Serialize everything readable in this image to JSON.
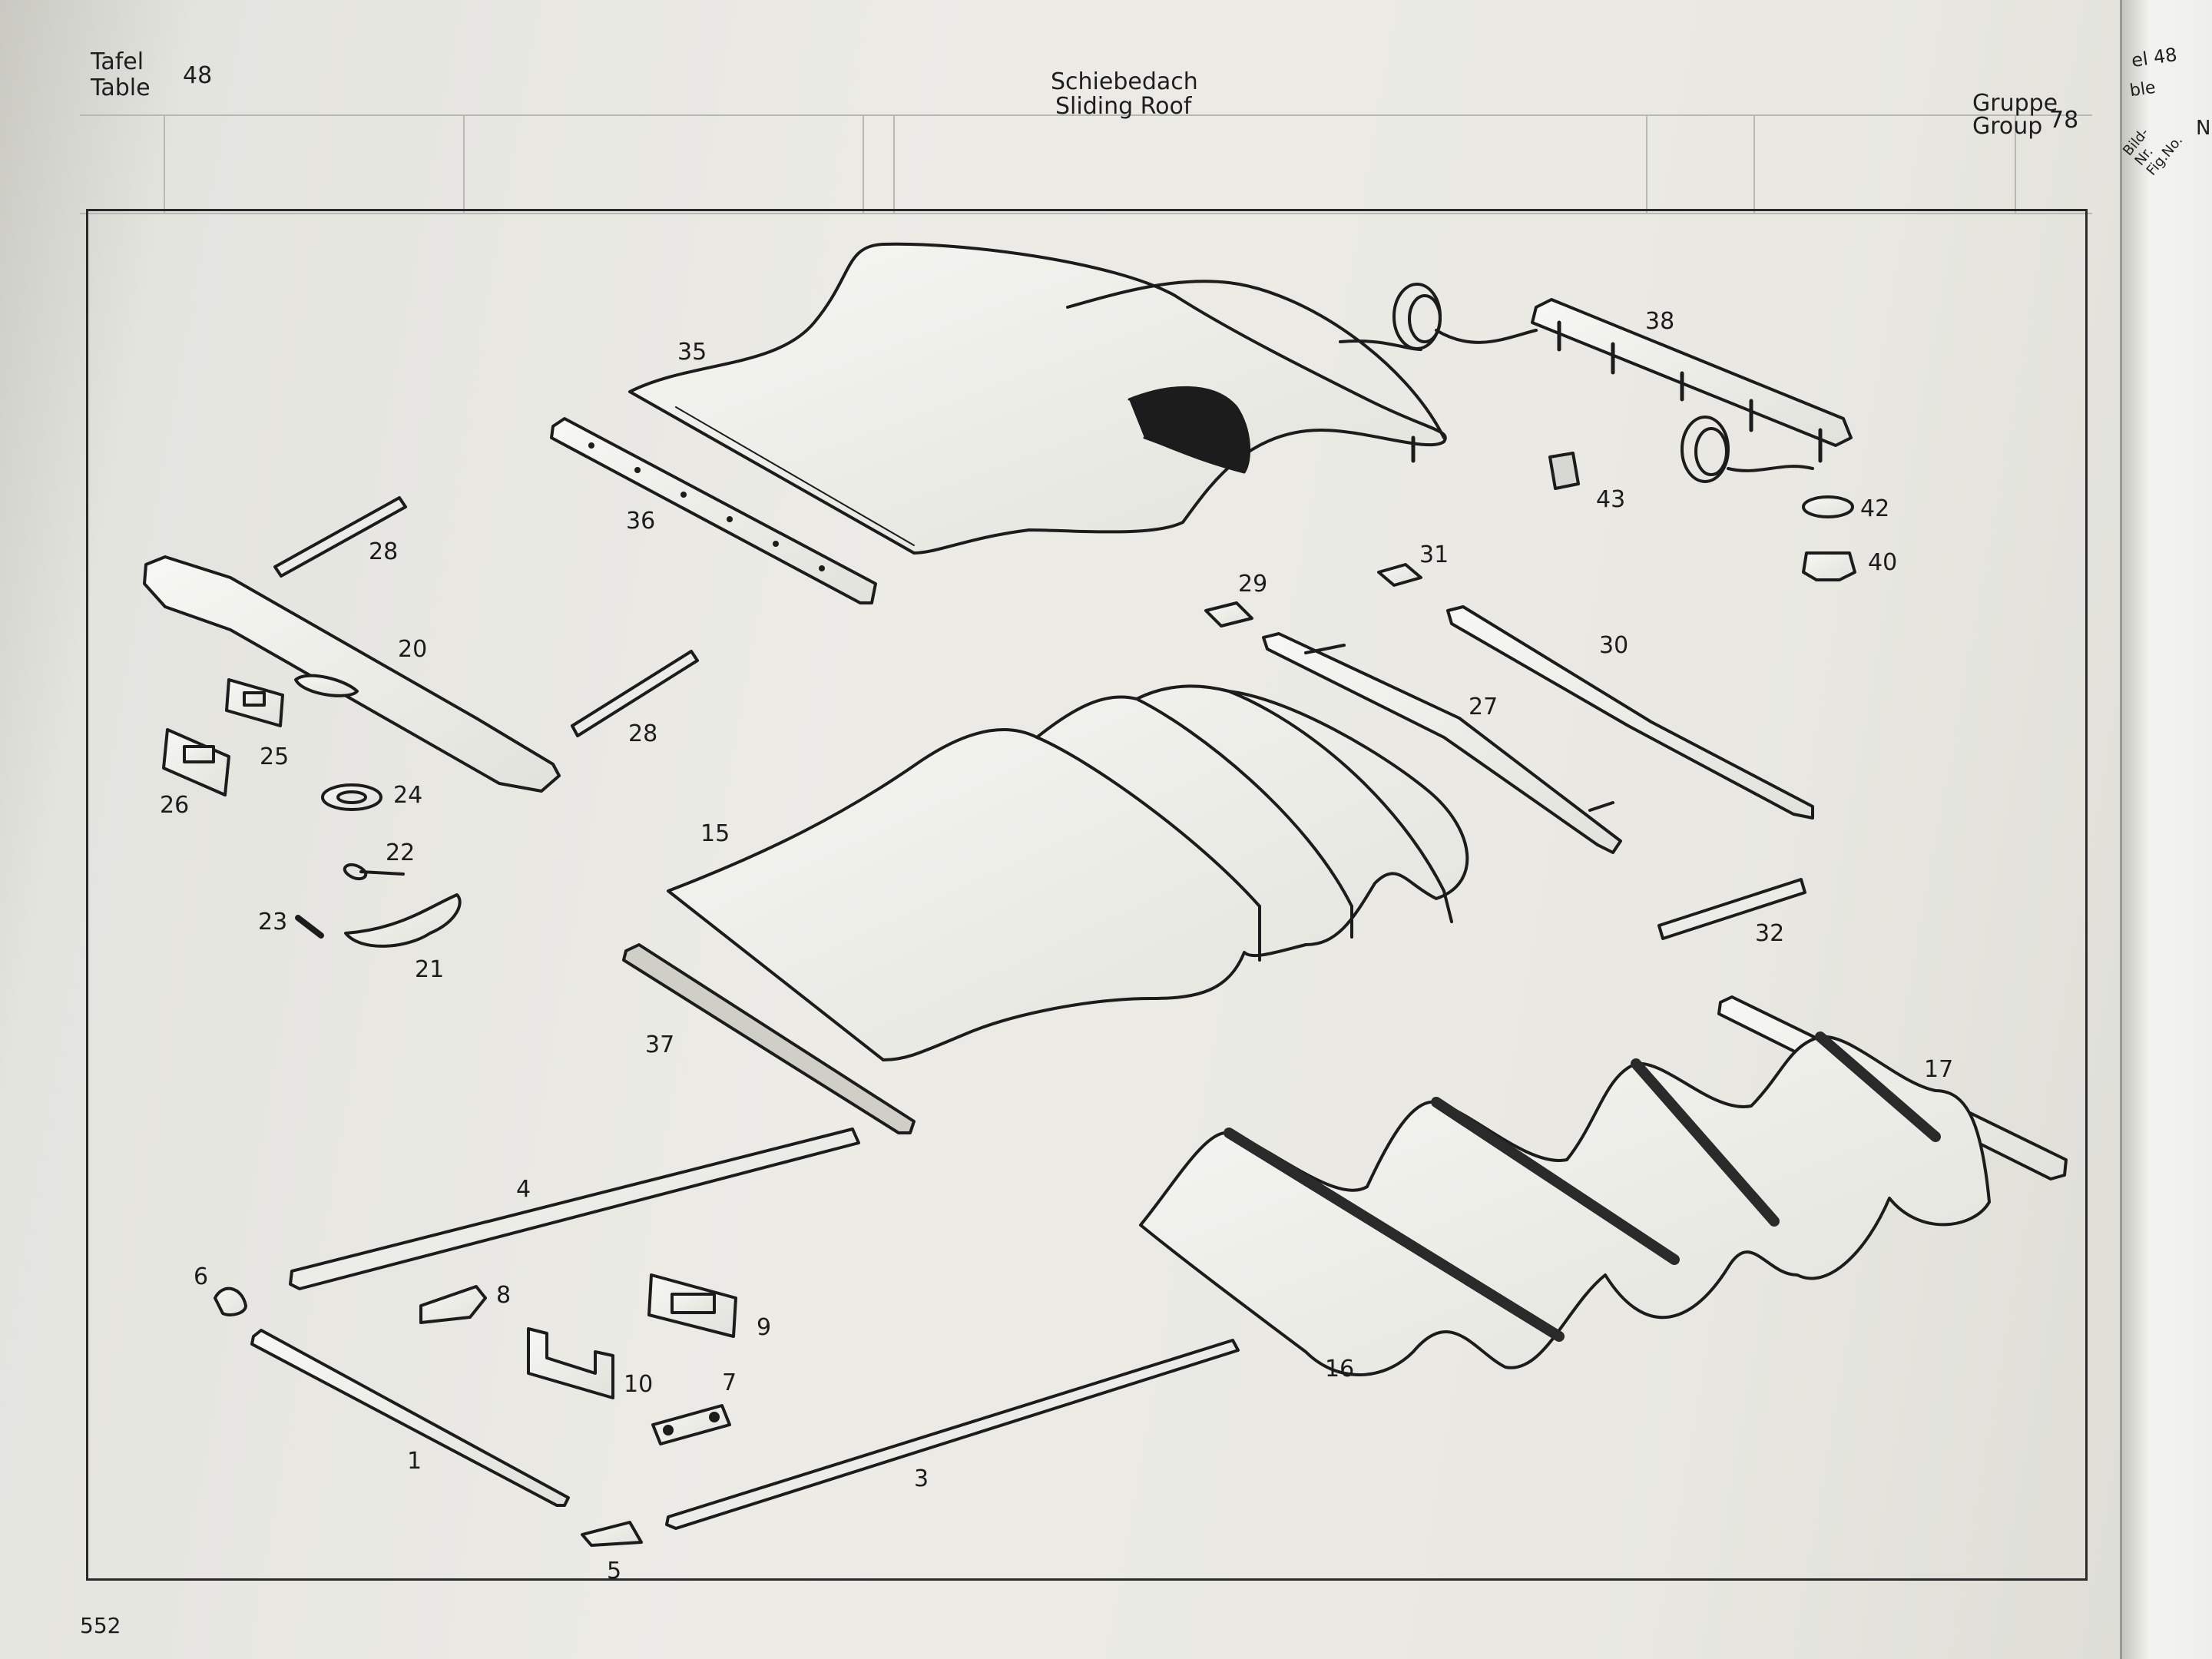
{
  "header": {
    "tafel_label": "Tafel",
    "table_label": "Table",
    "table_number": "48",
    "title_de": "Schiebedach",
    "title_en": "Sliding Roof",
    "gruppe_label": "Gruppe",
    "group_label": "Group",
    "group_number": "78"
  },
  "right_page": {
    "line1": "el 48",
    "line2": "ble",
    "col1": "Bild-\nNr.\nFig.No.",
    "col2": "N"
  },
  "footer": {
    "page_number": "552"
  },
  "callouts": [
    "35",
    "38",
    "43",
    "42",
    "40",
    "36",
    "28",
    "20",
    "25",
    "26",
    "24",
    "22",
    "23",
    "21",
    "29",
    "31",
    "30",
    "27",
    "28",
    "15",
    "32",
    "37",
    "17",
    "4",
    "6",
    "8",
    "9",
    "10",
    "7",
    "1",
    "16",
    "3",
    "5"
  ],
  "colors": {
    "ink": "#1c1c1c",
    "paper": "#ecebe6",
    "shadow": "#111111"
  }
}
